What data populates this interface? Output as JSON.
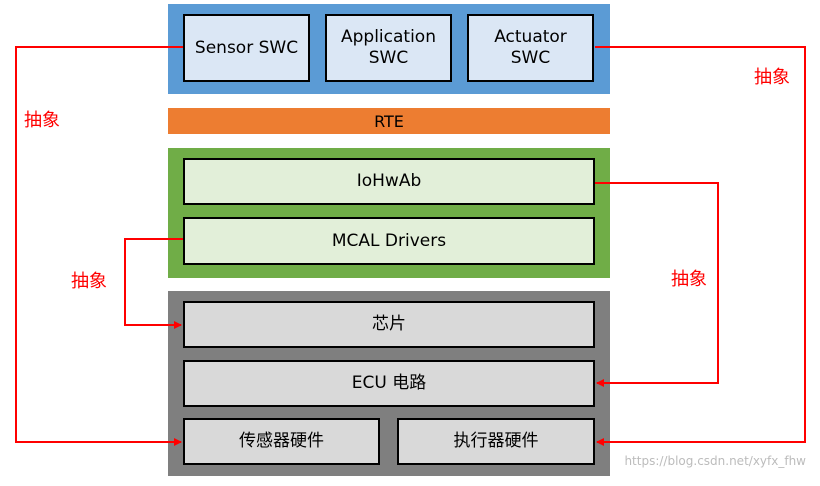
{
  "colors": {
    "app_layer": "#5b9bd5",
    "rte": "#ed7d31",
    "bsw_layer": "#70ad47",
    "hw_layer": "#7f7f7f",
    "arrow": "#ff0000"
  },
  "app_layer": {
    "sensor_swc": "Sensor SWC",
    "application_swc_line1": "Application",
    "application_swc_line2": "SWC",
    "actuator_swc_line1": "Actuator",
    "actuator_swc_line2": "SWC"
  },
  "rte": {
    "label": "RTE"
  },
  "bsw_layer": {
    "iohwab": "IoHwAb",
    "mcal": "MCAL Drivers"
  },
  "hw_layer": {
    "chip": "芯片",
    "ecu_circuit": "ECU 电路",
    "sensor_hw": "传感器硬件",
    "actuator_hw": "执行器硬件"
  },
  "arrow_labels": {
    "left_outer": "抽象",
    "right_outer": "抽象",
    "left_inner": "抽象",
    "right_inner": "抽象"
  },
  "watermark": "https://blog.csdn.net/xyfx_fhw"
}
